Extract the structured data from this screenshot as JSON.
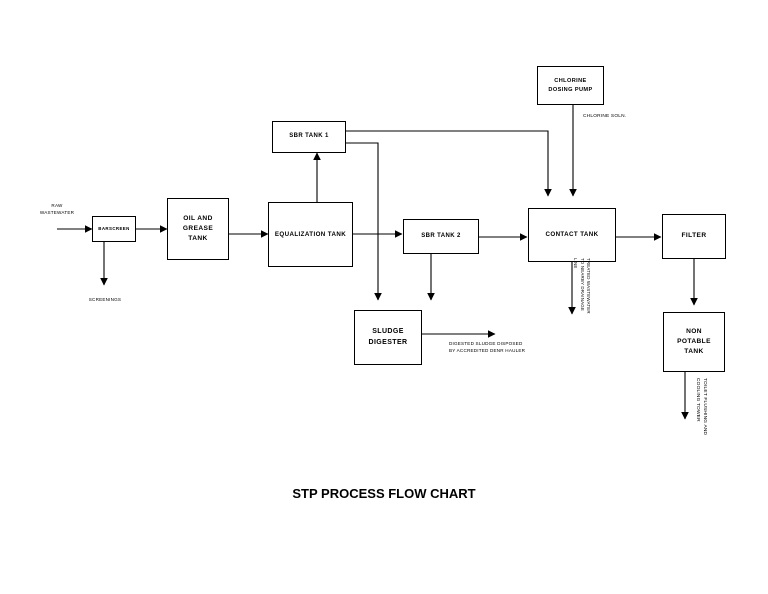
{
  "chart_data": {
    "type": "diagram",
    "title": "STP PROCESS FLOW CHART",
    "nodes": [
      {
        "id": "barscreen",
        "label": "BARSCREEN"
      },
      {
        "id": "oil_grease_tank",
        "label": "OIL AND\nGREASE\nTANK"
      },
      {
        "id": "equalization_tank",
        "label": "EQUALIZATION TANK"
      },
      {
        "id": "sbr_tank_1",
        "label": "SBR TANK 1"
      },
      {
        "id": "sbr_tank_2",
        "label": "SBR TANK 2"
      },
      {
        "id": "chlorine_dosing_pump",
        "label": "CHLORINE\nDOSING PUMP"
      },
      {
        "id": "contact_tank",
        "label": "CONTACT TANK"
      },
      {
        "id": "filter",
        "label": "FILTER"
      },
      {
        "id": "sludge_digester",
        "label": "SLUDGE\nDIGESTER"
      },
      {
        "id": "non_potable_tank",
        "label": "NON\nPOTABLE\nTANK"
      }
    ],
    "edge_labels": [
      "RAW\nWASTEWATER",
      "SCREENINGS",
      "CHLORINE SOLN.",
      "DIGESTED SLUDGE DISPOSED\nBY ACCREDITED DENR HAULER",
      "TREATED WASTEWATER\nTO NEARBY DRAINAGE LINE",
      "TOILET FLUSHING AND\nCOOLING TOWER"
    ],
    "edges": [
      {
        "from": "raw_wastewater",
        "to": "barscreen"
      },
      {
        "from": "barscreen",
        "to": "screenings"
      },
      {
        "from": "barscreen",
        "to": "oil_grease_tank"
      },
      {
        "from": "oil_grease_tank",
        "to": "equalization_tank"
      },
      {
        "from": "equalization_tank",
        "to": "sbr_tank_1"
      },
      {
        "from": "equalization_tank",
        "to": "sbr_tank_2"
      },
      {
        "from": "equalization_tank",
        "to": "sludge_digester"
      },
      {
        "from": "sbr_tank_1",
        "to": "contact_tank"
      },
      {
        "from": "sbr_tank_1",
        "to": "sludge_digester"
      },
      {
        "from": "sbr_tank_2",
        "to": "contact_tank"
      },
      {
        "from": "sbr_tank_2",
        "to": "sludge_digester"
      },
      {
        "from": "chlorine_dosing_pump",
        "to": "contact_tank"
      },
      {
        "from": "contact_tank",
        "to": "filter"
      },
      {
        "from": "contact_tank",
        "to": "drainage_line"
      },
      {
        "from": "filter",
        "to": "non_potable_tank"
      },
      {
        "from": "non_potable_tank",
        "to": "toilet_flushing_cooling_tower"
      },
      {
        "from": "sludge_digester",
        "to": "denr_hauler"
      }
    ],
    "colors": {
      "line": "#000000",
      "node_fill": "#ffffff",
      "text": "#000000"
    }
  },
  "diagram": {
    "title": "STP PROCESS FLOW CHART",
    "nodes": {
      "barscreen": "BARSCREEN",
      "oil_grease_tank": "OIL AND\nGREASE\nTANK",
      "equalization_tank": "EQUALIZATION TANK",
      "sbr_tank_1": "SBR TANK 1",
      "sbr_tank_2": "SBR TANK 2",
      "chlorine_dosing_pump": "CHLORINE\nDOSING PUMP",
      "contact_tank": "CONTACT TANK",
      "filter": "FILTER",
      "sludge_digester": "SLUDGE\nDIGESTER",
      "non_potable_tank": "NON\nPOTABLE\nTANK"
    },
    "labels": {
      "raw_wastewater": "RAW\nWASTEWATER",
      "screenings": "SCREENINGS",
      "chlorine_soln": "CHLORINE SOLN.",
      "digested_sludge": "DIGESTED SLUDGE DISPOSED\nBY ACCREDITED DENR HAULER",
      "treated_wastewater": "TREATED WASTEWATER\nTO NEARBY DRAINAGE LINE",
      "toilet_flushing": "TOILET FLUSHING AND\nCOOLING TOWER"
    }
  }
}
